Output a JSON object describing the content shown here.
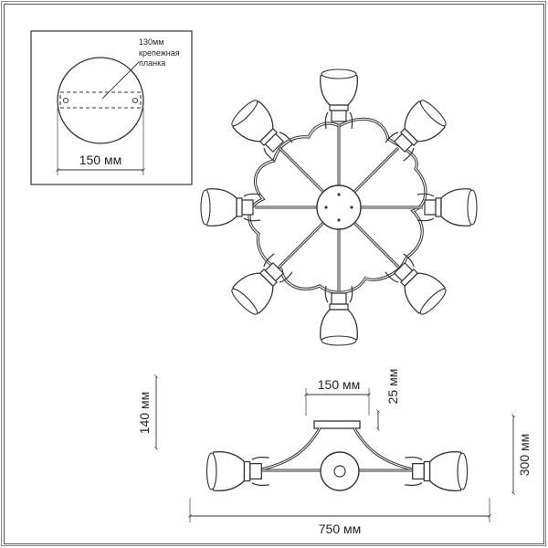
{
  "inset": {
    "dimension_label": "150 мм",
    "note_size": "130мм",
    "note_line1": "крепежная",
    "note_line2": "планка"
  },
  "side_view": {
    "canopy_width_label": "150 мм",
    "canopy_height_label": "25 мм",
    "height_label": "140 мм",
    "total_height_label": "300 мм",
    "width_label": "750 мм"
  },
  "top_view": {
    "arm_count": 8
  }
}
